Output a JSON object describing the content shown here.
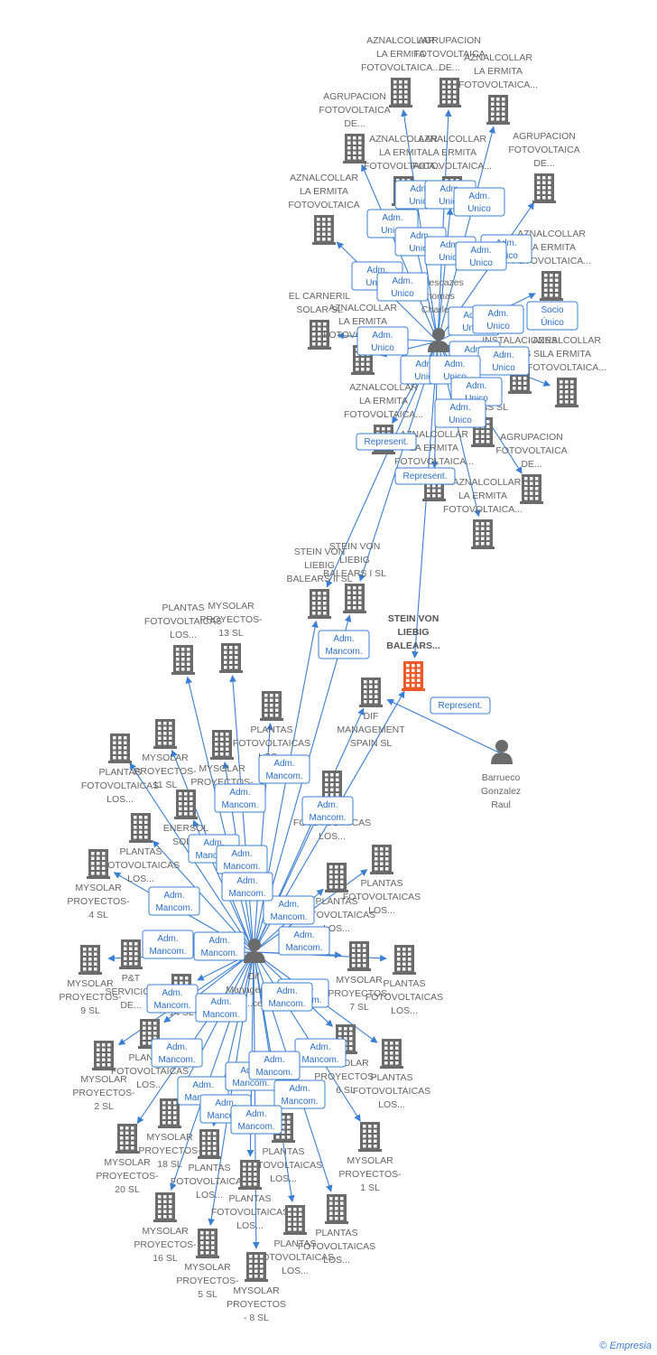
{
  "colors": {
    "edge": "#3a7fd5",
    "building": "#6b6b6b",
    "focus": "#f05a28",
    "person": "#6b6b6b"
  },
  "footer": {
    "copyright": "©",
    "brand": "Empresia"
  },
  "nodes": [
    {
      "id": "aznal_top_a",
      "type": "company",
      "label": [
        "AZNALCOLLAR",
        "LA ERMITA",
        "FOTOVOLTAICA..."
      ]
    },
    {
      "id": "agrup_top",
      "type": "company",
      "label": [
        "AGRUPACION",
        "FOTOVOLTAICA",
        "DE..."
      ]
    },
    {
      "id": "aznal_top_b",
      "type": "company",
      "label": [
        "AZNALCOLLAR",
        "LA ERMITA",
        "FOTOVOLTAICA..."
      ]
    },
    {
      "id": "agrup_left",
      "type": "company",
      "label": [
        "AGRUPACION",
        "FOTOVOLTAICA",
        "DE..."
      ]
    },
    {
      "id": "aznal_mid_a",
      "type": "company",
      "label": [
        "AZNALCOLLAR",
        "LA ERMITA",
        "FOTOVOLTAICA..."
      ]
    },
    {
      "id": "aznal_mid_b",
      "type": "company",
      "label": [
        "AZNALCOLLAR",
        "LA ERMITA",
        "FOTOVOLTAICA..."
      ]
    },
    {
      "id": "agrup_right",
      "type": "company",
      "label": [
        "AGRUPACION",
        "FOTOVOLTAICA",
        "DE..."
      ]
    },
    {
      "id": "aznal_left2",
      "type": "company",
      "label": [
        "AZNALCOLLAR",
        "LA ERMITA",
        "FOTOVOLTAICA"
      ]
    },
    {
      "id": "aznal_right2",
      "type": "company",
      "label": [
        "AZNALCOLLAR",
        "LA ERMITA",
        "FOTOVOLTAICA..."
      ]
    },
    {
      "id": "carneril",
      "type": "company",
      "label": [
        "EL CARNERIL",
        "SOLAR SL"
      ]
    },
    {
      "id": "aznal_left3",
      "type": "company",
      "label": [
        "AZNALCOLLAR",
        "LA ERMITA",
        "FOTOVOLTAICA..."
      ]
    },
    {
      "id": "thomas",
      "type": "person",
      "label": [
        "Veillescazes",
        "Thomas",
        "Charles"
      ]
    },
    {
      "id": "instalaciones",
      "type": "company",
      "label": [
        "INSTALACIONES",
        "...AICAS SL"
      ]
    },
    {
      "id": "aznal_right3",
      "type": "company",
      "label": [
        "AZNALCOLLAR",
        "LA ERMITA",
        "FOTOVOLTAICA..."
      ]
    },
    {
      "id": "aznal_mid3",
      "type": "company",
      "label": [
        "AZNALCOLLAR",
        "LA ERMITA",
        "FOTOVOLTAICA..."
      ]
    },
    {
      "id": "ones_aicas",
      "type": "company",
      "label": [
        "...ONES",
        "...AICAS SL"
      ]
    },
    {
      "id": "agrup_low",
      "type": "company",
      "label": [
        "AGRUPACION",
        "FOTOVOLTAICA",
        "DE..."
      ]
    },
    {
      "id": "aznal_low",
      "type": "company",
      "label": [
        "AZNALCOLLAR",
        "LA ERMITA",
        "FOTOVOLTAICA..."
      ]
    },
    {
      "id": "aznal_low2",
      "type": "company",
      "label": [
        "...AZNALCOLLAR",
        "LA ERMITA",
        "FOTOVOLTAICA..."
      ]
    },
    {
      "id": "stein2",
      "type": "company",
      "label": [
        "STEIN VON",
        "LIEBIG",
        "BALEARS II SL"
      ]
    },
    {
      "id": "stein1",
      "type": "company",
      "label": [
        "STEIN VON",
        "LIEBIG",
        "BALEARS I SL"
      ]
    },
    {
      "id": "stein_focus",
      "type": "focus",
      "label": [
        "STEIN VON",
        "LIEBIG",
        "BALEARS..."
      ]
    },
    {
      "id": "plantas_a",
      "type": "company",
      "label": [
        "PLANTAS",
        "FOTOVOLTAICAS",
        "LOS..."
      ]
    },
    {
      "id": "mysolar13",
      "type": "company",
      "label": [
        "MYSOLAR",
        "PROYECTOS-",
        "13 SL"
      ]
    },
    {
      "id": "dif_spain",
      "type": "company",
      "label": [
        "DIF",
        "MANAGEMENT",
        "SPAIN  SL"
      ]
    },
    {
      "id": "barrueco",
      "type": "person",
      "label": [
        "Barrueco",
        "Gonzalez",
        "Raul"
      ]
    },
    {
      "id": "plantas_b",
      "type": "company",
      "label": [
        "PLANTAS",
        "FOTOVOLTAICAS",
        "LOS..."
      ]
    },
    {
      "id": "mysolar11",
      "type": "company",
      "label": [
        "MYSOLAR",
        "PROYECTOS-",
        "11 SL"
      ]
    },
    {
      "id": "plantas_c",
      "type": "company",
      "label": [
        "PLANTAS",
        "FOTOVOLTAICAS",
        "LOS..."
      ]
    },
    {
      "id": "mysolar_m1",
      "type": "company",
      "label": [
        "MYSOLAR",
        "PROYECTOS-",
        "SL"
      ]
    },
    {
      "id": "plantas_d",
      "type": "company",
      "label": [
        "PLANTAS",
        "FOTOVOLTAICAS",
        "LOS..."
      ]
    },
    {
      "id": "enersol",
      "type": "company",
      "label": [
        "ENERSOL",
        "SOL..."
      ]
    },
    {
      "id": "plantas_e",
      "type": "company",
      "label": [
        "PLANTAS",
        "FOTOVOLTAICAS",
        "LOS..."
      ]
    },
    {
      "id": "mysolar4",
      "type": "company",
      "label": [
        "MYSOLAR",
        "PROYECTOS-",
        "4 SL"
      ]
    },
    {
      "id": "plantas_f",
      "type": "company",
      "label": [
        "PLANTAS",
        "FOTOVOLTAICAS",
        "LOS..."
      ]
    },
    {
      "id": "plantas_g",
      "type": "company",
      "label": [
        "PLANTAS",
        "FOTOVOLTAICAS",
        "LOS..."
      ]
    },
    {
      "id": "dif_person",
      "type": "person",
      "label": [
        "Dif",
        "Management",
        "...ce"
      ]
    },
    {
      "id": "mysolar9",
      "type": "company",
      "label": [
        "MYSOLAR",
        "PROYECTOS-",
        "9 SL"
      ]
    },
    {
      "id": "pt_serv",
      "type": "company",
      "label": [
        "P&T",
        "SERVICIOS",
        "DE..."
      ]
    },
    {
      "id": "mysolar7",
      "type": "company",
      "label": [
        "MYSOLAR",
        "PROYECTOS-",
        "7 SL"
      ]
    },
    {
      "id": "plantas_h",
      "type": "company",
      "label": [
        "PLANTAS",
        "FOTOVOLTAICAS",
        "LOS..."
      ]
    },
    {
      "id": "mysolar2",
      "type": "company",
      "label": [
        "MYSOLAR",
        "PROYECTOS-",
        "2 SL"
      ]
    },
    {
      "id": "plantas_i",
      "type": "company",
      "label": [
        "PLANTAS",
        "FOTOVOLTAICAS",
        "LOS..."
      ]
    },
    {
      "id": "mysolar14",
      "type": "company",
      "label": [
        "14 SL"
      ]
    },
    {
      "id": "mysolar6",
      "type": "company",
      "label": [
        "MYSOLAR",
        "PROYECTOS-",
        "6 SL"
      ]
    },
    {
      "id": "plantas_j",
      "type": "company",
      "label": [
        "PLANTAS",
        "FOTOVOLTAICAS",
        "LOS..."
      ]
    },
    {
      "id": "mysolar18",
      "type": "company",
      "label": [
        "MYSOLAR",
        "PROYECTOS-",
        "18 SL"
      ]
    },
    {
      "id": "mysolar20",
      "type": "company",
      "label": [
        "MYSOLAR",
        "PROYECTOS-",
        "20 SL"
      ]
    },
    {
      "id": "plantas_k",
      "type": "company",
      "label": [
        "PLANTAS",
        "FOTOVOLTAICAS",
        "LOS..."
      ]
    },
    {
      "id": "plantas_l",
      "type": "company",
      "label": [
        "PLANTAS",
        "FOTOVOLTAICAS",
        "LOS..."
      ]
    },
    {
      "id": "mysolar1",
      "type": "company",
      "label": [
        "MYSOLAR",
        "PROYECTOS-",
        "1 SL"
      ]
    },
    {
      "id": "plantas_m",
      "type": "company",
      "label": [
        "PLANTAS",
        "FOTOVOLTAICAS",
        "LOS..."
      ]
    },
    {
      "id": "mysolar16",
      "type": "company",
      "label": [
        "MYSOLAR",
        "PROYECTOS-",
        "16 SL"
      ]
    },
    {
      "id": "plantas_n",
      "type": "company",
      "label": [
        "PLANTAS",
        "FOTOVOLTAICAS",
        "LOS..."
      ]
    },
    {
      "id": "plantas_o",
      "type": "company",
      "label": [
        "PLANTAS",
        "FOTOVOLTAICAS",
        "LOS..."
      ]
    },
    {
      "id": "mysolar5",
      "type": "company",
      "label": [
        "MYSOLAR",
        "PROYECTOS-",
        "5 SL"
      ]
    },
    {
      "id": "mysolar8",
      "type": "company",
      "label": [
        "MYSOLAR",
        "PROYECTOS",
        "- 8 SL"
      ]
    }
  ],
  "badges": [
    {
      "id": "b1",
      "lines": [
        "Adm.",
        "Unico"
      ]
    },
    {
      "id": "b2",
      "lines": [
        "Adm.",
        "Unico"
      ]
    },
    {
      "id": "b3",
      "lines": [
        "Adm.",
        "Unico"
      ]
    },
    {
      "id": "b4",
      "lines": [
        "Adm.",
        "Unico"
      ]
    },
    {
      "id": "b5",
      "lines": [
        "Adm.",
        "Unico"
      ]
    },
    {
      "id": "b6",
      "lines": [
        "Adm.",
        "Unico"
      ]
    },
    {
      "id": "b7",
      "lines": [
        "Adm.",
        "Unico"
      ]
    },
    {
      "id": "b8",
      "lines": [
        "Adm.",
        "Unico"
      ]
    },
    {
      "id": "b9",
      "lines": [
        "Adm.",
        "Unico"
      ]
    },
    {
      "id": "b10",
      "lines": [
        "Adm.",
        "Unico"
      ]
    },
    {
      "id": "b11",
      "lines": [
        "Adm.",
        "Unico"
      ]
    },
    {
      "id": "b12",
      "lines": [
        "Adm.",
        "Unico"
      ]
    },
    {
      "id": "b13",
      "lines": [
        "Socio",
        "Único"
      ]
    },
    {
      "id": "b14",
      "lines": [
        "Adm.",
        "Unico"
      ]
    },
    {
      "id": "b15",
      "lines": [
        "Adm.",
        "Unico"
      ]
    },
    {
      "id": "b16",
      "lines": [
        "Adm.",
        "Unico"
      ]
    },
    {
      "id": "b17",
      "lines": [
        "Adm.",
        "Unico"
      ]
    },
    {
      "id": "b18",
      "lines": [
        "Adm.",
        "Unico"
      ]
    },
    {
      "id": "b19",
      "lines": [
        "Adm.",
        "Unico"
      ]
    },
    {
      "id": "b20",
      "lines": [
        "Adm.",
        "Unico"
      ]
    },
    {
      "id": "r1",
      "lines": [
        "Represent."
      ]
    },
    {
      "id": "r2",
      "lines": [
        "Represent."
      ]
    },
    {
      "id": "r3",
      "lines": [
        "Represent."
      ]
    },
    {
      "id": "m1",
      "lines": [
        "Adm.",
        "Mancom."
      ]
    },
    {
      "id": "m2",
      "lines": [
        "Adm.",
        "Mancom."
      ]
    },
    {
      "id": "m3",
      "lines": [
        "Adm.",
        "Mancom."
      ]
    },
    {
      "id": "m4",
      "lines": [
        "Adm.",
        "Mancom."
      ]
    },
    {
      "id": "m5",
      "lines": [
        "Adm.",
        "Mancom."
      ]
    },
    {
      "id": "m6",
      "lines": [
        "Adm.",
        "Mancom."
      ]
    },
    {
      "id": "m7",
      "lines": [
        "Adm.",
        "Mancom."
      ]
    },
    {
      "id": "m8",
      "lines": [
        "Adm.",
        "Mancom."
      ]
    },
    {
      "id": "m9",
      "lines": [
        "Adm.",
        "Mancom."
      ]
    },
    {
      "id": "m10",
      "lines": [
        "Adm.",
        "Mancom."
      ]
    },
    {
      "id": "m11",
      "lines": [
        "Adm.",
        "Mancom."
      ]
    },
    {
      "id": "m12",
      "lines": [
        "Adm.",
        "Mancom."
      ]
    },
    {
      "id": "m13",
      "lines": [
        "Adm.",
        "Mancom."
      ]
    },
    {
      "id": "m14",
      "lines": [
        "Adm.",
        "Mancom."
      ]
    },
    {
      "id": "m15",
      "lines": [
        "Adm.",
        "Mancom."
      ]
    },
    {
      "id": "m16",
      "lines": [
        "Adm.",
        "Mancom."
      ]
    },
    {
      "id": "m17",
      "lines": [
        "Adm.",
        "Mancom."
      ]
    },
    {
      "id": "m18",
      "lines": [
        "Adm.",
        "Mancom."
      ]
    },
    {
      "id": "m19",
      "lines": [
        "Adm.",
        "Mancom."
      ]
    },
    {
      "id": "m20",
      "lines": [
        "Adm.",
        "Mancom."
      ]
    },
    {
      "id": "m21",
      "lines": [
        "Adm.",
        "Mancom."
      ]
    },
    {
      "id": "m22",
      "lines": [
        "Adm.",
        "Mancom."
      ]
    },
    {
      "id": "m23",
      "lines": [
        "Adm.",
        "Mancom."
      ]
    },
    {
      "id": "m24",
      "lines": [
        "Adm.",
        "Mancom."
      ]
    }
  ],
  "edges": [
    [
      "thomas",
      "aznal_top_a"
    ],
    [
      "thomas",
      "agrup_top"
    ],
    [
      "thomas",
      "aznal_top_b"
    ],
    [
      "thomas",
      "agrup_left"
    ],
    [
      "thomas",
      "aznal_mid_a"
    ],
    [
      "thomas",
      "aznal_mid_b"
    ],
    [
      "thomas",
      "agrup_right"
    ],
    [
      "thomas",
      "aznal_left2"
    ],
    [
      "thomas",
      "aznal_right2"
    ],
    [
      "thomas",
      "carneril"
    ],
    [
      "thomas",
      "aznal_left3"
    ],
    [
      "thomas",
      "instalaciones"
    ],
    [
      "thomas",
      "aznal_right3"
    ],
    [
      "thomas",
      "aznal_mid3"
    ],
    [
      "thomas",
      "ones_aicas"
    ],
    [
      "thomas",
      "agrup_low"
    ],
    [
      "thomas",
      "aznal_low"
    ],
    [
      "thomas",
      "aznal_low2"
    ],
    [
      "thomas",
      "stein2"
    ],
    [
      "thomas",
      "stein1"
    ],
    [
      "thomas",
      "stein_focus"
    ],
    [
      "barrueco",
      "dif_spain"
    ],
    [
      "dif_person",
      "stein2"
    ],
    [
      "dif_person",
      "stein1"
    ],
    [
      "dif_person",
      "stein_focus"
    ],
    [
      "dif_person",
      "plantas_a"
    ],
    [
      "dif_person",
      "mysolar13"
    ],
    [
      "dif_person",
      "dif_spain"
    ],
    [
      "dif_person",
      "plantas_b"
    ],
    [
      "dif_person",
      "mysolar11"
    ],
    [
      "dif_person",
      "plantas_c"
    ],
    [
      "dif_person",
      "mysolar_m1"
    ],
    [
      "dif_person",
      "plantas_d"
    ],
    [
      "dif_person",
      "enersol"
    ],
    [
      "dif_person",
      "plantas_e"
    ],
    [
      "dif_person",
      "mysolar4"
    ],
    [
      "dif_person",
      "plantas_f"
    ],
    [
      "dif_person",
      "plantas_g"
    ],
    [
      "dif_person",
      "mysolar9"
    ],
    [
      "dif_person",
      "pt_serv"
    ],
    [
      "dif_person",
      "mysolar7"
    ],
    [
      "dif_person",
      "plantas_h"
    ],
    [
      "dif_person",
      "mysolar2"
    ],
    [
      "dif_person",
      "plantas_i"
    ],
    [
      "dif_person",
      "mysolar14"
    ],
    [
      "dif_person",
      "mysolar6"
    ],
    [
      "dif_person",
      "plantas_j"
    ],
    [
      "dif_person",
      "mysolar18"
    ],
    [
      "dif_person",
      "mysolar20"
    ],
    [
      "dif_person",
      "plantas_k"
    ],
    [
      "dif_person",
      "plantas_l"
    ],
    [
      "dif_person",
      "mysolar1"
    ],
    [
      "dif_person",
      "plantas_m"
    ],
    [
      "dif_person",
      "mysolar16"
    ],
    [
      "dif_person",
      "plantas_n"
    ],
    [
      "dif_person",
      "plantas_o"
    ],
    [
      "dif_person",
      "mysolar5"
    ],
    [
      "dif_person",
      "mysolar8"
    ]
  ]
}
